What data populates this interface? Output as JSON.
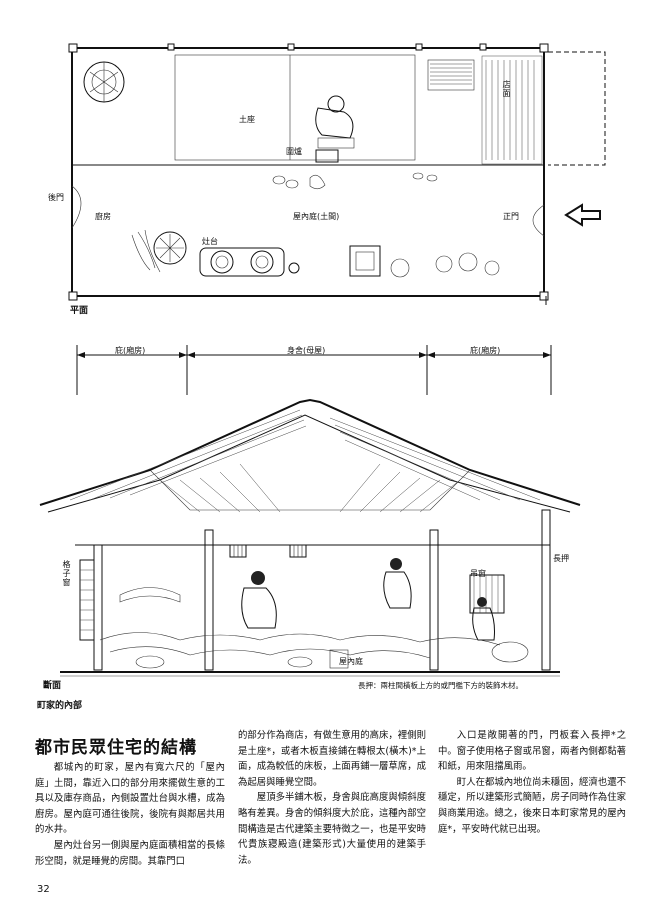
{
  "plan": {
    "caption": "平面",
    "labels": {
      "tuzuo": "土座",
      "weilu": "圍爐",
      "houmen": "後門",
      "chufang": "廚房",
      "wuneiting": "屋內庭(土間)",
      "zhengmen": "正門",
      "zaotai": "灶台",
      "dianmian": "店面"
    }
  },
  "section": {
    "caption": "斷面",
    "labels": {
      "ting_left": "庇(廂房)",
      "shenshe": "身舍(母屋)",
      "ting_right": "庇(廂房)",
      "gezichuang": "格子窗",
      "changya": "長押",
      "diaochuang": "吊窗",
      "wuneiting": "屋內庭"
    },
    "note": "長押：兩柱間橫板上方的或門檻下方的裝飾木材。"
  },
  "figure_caption": "町家的內部",
  "article": {
    "title": "都市民眾住宅的結構",
    "paragraphs": [
      "都城內的町家，屋內有寬六尺的「屋內庭」土間，靠近入口的部分用來擺做生意的工具以及庫存商品，內側設置灶台與水槽，成為廚房。屋內庭可通往後院，後院有與鄰居共用的水井。",
      "屋內灶台另一側與屋內庭面積相當的長條形空間，就是睡覺的房間。其靠門口的部分作為商店，有做生意用的高床，裡側則是土座*，或者木板直接鋪在轉根太(橫木)*上面，成為較低的床板，上面再鋪一層草席，成為起居與睡覺空間。",
      "屋頂多半鋪木板，身舍與庇高度與傾斜度略有差異。身舍的傾斜度大於庇，這種內部空間構造是古代建築主要特徵之一，也是平安時代貴族寢殿造(建築形式)大量使用的建築手法。",
      "入口是敞開著的門，門板套入長押*之中。窗子使用格子窗或吊窗，兩者內側都黏著和紙，用來阻擋風雨。",
      "町人在都城內地位尚未穩固，經濟也還不穩定，所以建築形式簡陋，房子同時作為住家與商業用途。總之，後來日本町家常見的屋內庭*，平安時代就已出現。"
    ]
  },
  "page_number": "32"
}
